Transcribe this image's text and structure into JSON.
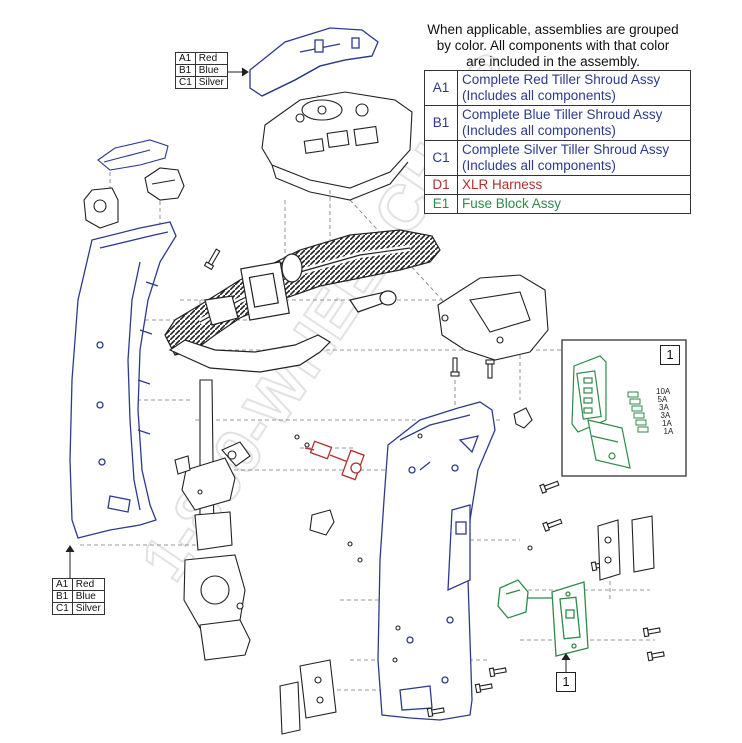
{
  "note": {
    "lines": [
      "When applicable, assemblies are grouped",
      "by color. All components with that color",
      "are included in the assembly."
    ]
  },
  "legend": [
    {
      "code": "A1",
      "lines": [
        "Complete Red Tiller Shroud Assy",
        "(Includes all components)"
      ],
      "color": "#2c3a8c"
    },
    {
      "code": "B1",
      "lines": [
        "Complete Blue Tiller Shroud Assy",
        "(Includes all components)"
      ],
      "color": "#2c3a8c"
    },
    {
      "code": "C1",
      "lines": [
        "Complete Silver Tiller Shroud Assy",
        "(Includes all components)"
      ],
      "color": "#2c3a8c"
    },
    {
      "code": "D1",
      "lines": [
        "XLR Harness"
      ],
      "color": "#b0302c"
    },
    {
      "code": "E1",
      "lines": [
        "Fuse Block Assy"
      ],
      "color": "#2e8a4a"
    }
  ],
  "color_key": [
    {
      "code": "A1",
      "color": "Red"
    },
    {
      "code": "B1",
      "color": "Blue"
    },
    {
      "code": "C1",
      "color": "Silver"
    }
  ],
  "callout_number": "1",
  "fuse_ratings": [
    "10A",
    "5A",
    "3A",
    "3A",
    "1A",
    "1A"
  ],
  "watermark": "1-800-WHEELCHAIR",
  "colors": {
    "assembly_blue": "#2c3a8c",
    "harness_red": "#b0302c",
    "fuse_green": "#2e8a4a",
    "line": "#444444"
  }
}
